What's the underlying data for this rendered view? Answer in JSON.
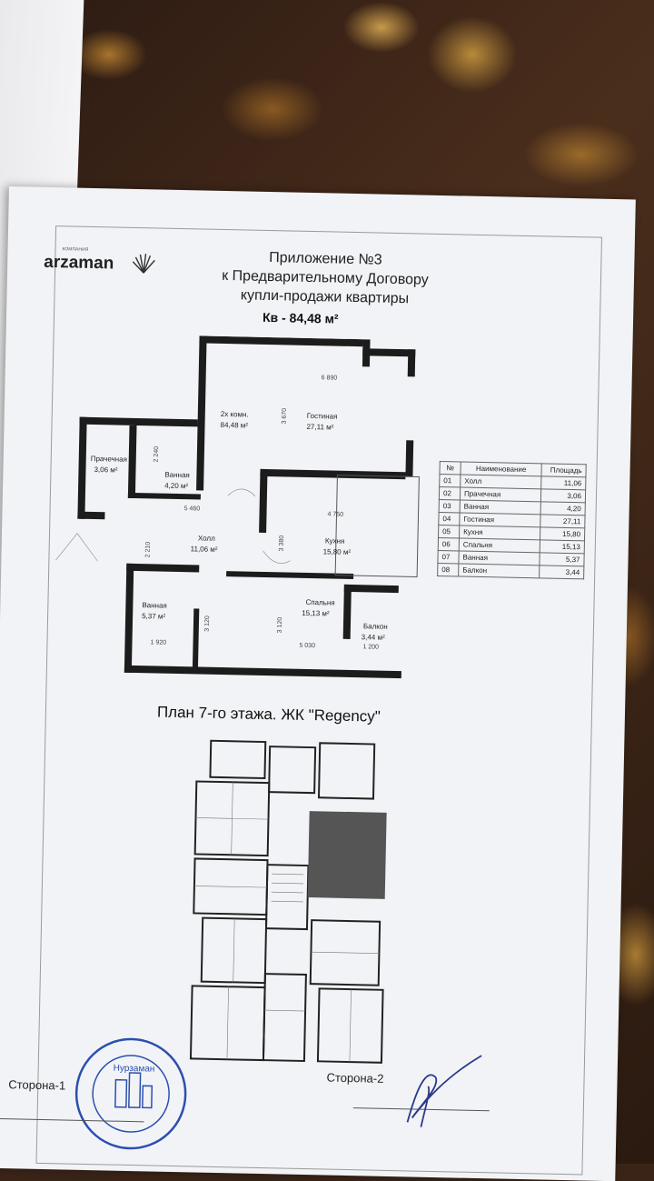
{
  "header": {
    "logo_text": "arzaman",
    "logo_tagline": "КОМПАНИЯ",
    "title_line1": "Приложение №3",
    "title_line2": "к Предварительному Договору",
    "title_line3": "купли-продажи квартиры",
    "apartment_area": "Кв - 84,48 м²"
  },
  "plan": {
    "summary_rooms": "2х комн.",
    "summary_area": "84,48 м²",
    "rooms": [
      {
        "name": "Гостиная",
        "area": "27,11 м²"
      },
      {
        "name": "Прачечная",
        "area": "3,06 м²"
      },
      {
        "name": "Ванная",
        "area": "4,20 м²"
      },
      {
        "name": "Холл",
        "area": "11,06 м²"
      },
      {
        "name": "Кухня",
        "area": "15,80 м²"
      },
      {
        "name": "Ванная",
        "area": "5,37 м²"
      },
      {
        "name": "Спальня",
        "area": "15,13 м²"
      },
      {
        "name": "Балкон",
        "area": "3,44 м²"
      }
    ],
    "dimensions": [
      "6 890",
      "3 670",
      "2 240",
      "5 460",
      "4 750",
      "2 210",
      "3 380",
      "3 120",
      "3 120",
      "1 920",
      "5 030",
      "1 200"
    ]
  },
  "legend": {
    "headers": [
      "№",
      "Наименование",
      "Площадь"
    ],
    "rows": [
      [
        "01",
        "Холл",
        "11,06"
      ],
      [
        "02",
        "Прачечная",
        "3,06"
      ],
      [
        "03",
        "Ванная",
        "4,20"
      ],
      [
        "04",
        "Гостиная",
        "27,11"
      ],
      [
        "05",
        "Кухня",
        "15,80"
      ],
      [
        "06",
        "Спальня",
        "15,13"
      ],
      [
        "07",
        "Ванная",
        "5,37"
      ],
      [
        "08",
        "Балкон",
        "3,44"
      ]
    ]
  },
  "floor": {
    "title": "План 7-го этажа. ЖК \"Regency\""
  },
  "signatures": {
    "side1": "Сторона-1",
    "side2": "Сторона-2",
    "stamp_text": "Нурзаман"
  },
  "colors": {
    "paper": "#f2f3f6",
    "wall": "#1c1c1c",
    "highlight": "#555555"
  }
}
